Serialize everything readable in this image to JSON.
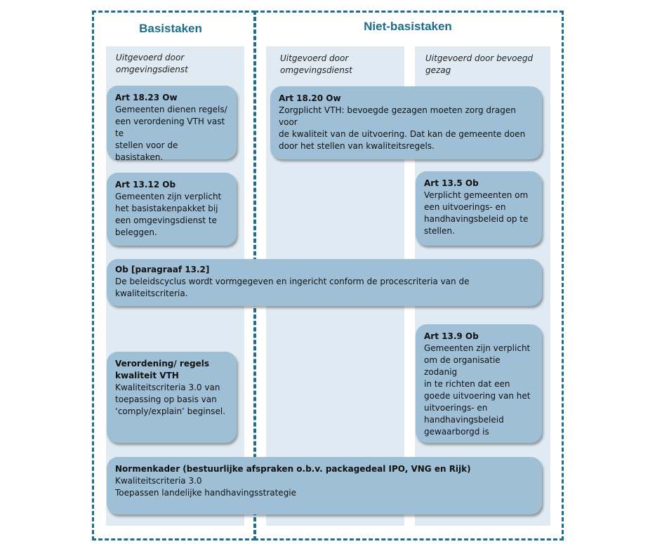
{
  "headers": {
    "basistaken": "Basistaken",
    "niet_basistaken": "Niet-basistaken"
  },
  "subheaders": {
    "col1": "Uitgevoerd door\nomgevingsdienst",
    "col2": "Uitgevoerd door\nomgevingsdienst",
    "col3": "Uitgevoerd door bevoegd\ngezag"
  },
  "boxes": {
    "art_18_23": {
      "title": "Art 18.23 Ow",
      "body": "Gemeenten dienen regels/\neen verordening VTH vast te\nstellen voor de basistaken."
    },
    "art_18_20": {
      "title": "Art 18.20 Ow",
      "body": "Zorgplicht VTH: bevoegde gezagen moeten zorg dragen voor\nde kwaliteit van de uitvoering. Dat kan de gemeente doen\ndoor het stellen van kwaliteitsregels."
    },
    "art_13_12": {
      "title": "Art 13.12 Ob",
      "body": "Gemeenten zijn verplicht\nhet basistakenpakket bij\neen omgevingsdienst te\nbeleggen."
    },
    "art_13_5": {
      "title": "Art 13.5 Ob",
      "body": "Verplicht gemeenten om\neen uitvoerings- en\nhandhavingsbeleid op te\nstellen."
    },
    "ob_13_2": {
      "title": "Ob [paragraaf 13.2]",
      "body": "De beleidscyclus wordt vormgegeven en ingericht conform de procescriteria van de\nkwaliteitscriteria."
    },
    "verordening": {
      "title": "Verordening/ regels\nkwaliteit VTH",
      "body": "Kwaliteitscriteria 3.0 van\ntoepassing op basis van\n‘comply/explain’ beginsel."
    },
    "art_13_9": {
      "title": "Art 13.9 Ob",
      "body": "Gemeenten zijn verplicht\nom de organisatie zodanig\nin te richten dat een\ngoede uitvoering van het\nuitvoerings- en\nhandhavingsbeleid\ngewaarborgd is"
    },
    "normenkader": {
      "title": "Normenkader (bestuurlijke afspraken o.b.v. packagedeal IPO, VNG en Rijk)",
      "body": "Kwaliteitscriteria 3.0\nToepassen landelijke handhavingsstrategie"
    }
  }
}
